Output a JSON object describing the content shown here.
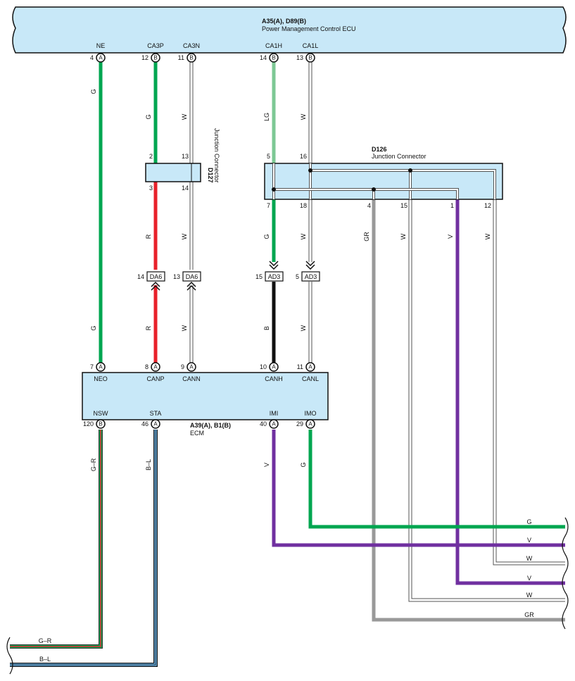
{
  "pmc_ecu": {
    "connectors": "A35(A), D89(B)",
    "name": "Power Management Control ECU",
    "pins": [
      {
        "label": "NE",
        "num": "4",
        "conn": "A"
      },
      {
        "label": "CA3P",
        "num": "12",
        "conn": "B"
      },
      {
        "label": "CA3N",
        "num": "11",
        "conn": "B"
      },
      {
        "label": "CA1H",
        "num": "14",
        "conn": "B"
      },
      {
        "label": "CA1L",
        "num": "13",
        "conn": "B"
      }
    ]
  },
  "d127": {
    "id": "D127",
    "name": "Junction Connector",
    "pins_top": [
      "2",
      "13"
    ],
    "pins_bottom": [
      "3",
      "14"
    ]
  },
  "d126": {
    "id": "D126",
    "name": "Junction Connector",
    "pins_top": [
      "5",
      "16"
    ],
    "pins_bottom": [
      "7",
      "18",
      "4",
      "15",
      "1",
      "12"
    ]
  },
  "inline_connectors": [
    {
      "pin": "14",
      "name": "DA6"
    },
    {
      "pin": "13",
      "name": "DA6"
    },
    {
      "pin": "15",
      "name": "AD3"
    },
    {
      "pin": "5",
      "name": "AD3"
    }
  ],
  "ecm": {
    "connectors": "A39(A), B1(B)",
    "name": "ECM",
    "top_pins": [
      {
        "label": "NEO",
        "num": "7",
        "conn": "A"
      },
      {
        "label": "CANP",
        "num": "8",
        "conn": "A"
      },
      {
        "label": "CANN",
        "num": "9",
        "conn": "A"
      },
      {
        "label": "CANH",
        "num": "10",
        "conn": "A"
      },
      {
        "label": "CANL",
        "num": "11",
        "conn": "A"
      }
    ],
    "bottom_pins": [
      {
        "label": "NSW",
        "num": "120",
        "conn": "B"
      },
      {
        "label": "STA",
        "num": "46",
        "conn": "A"
      },
      {
        "label": "IMI",
        "num": "40",
        "conn": "A"
      },
      {
        "label": "IMO",
        "num": "29",
        "conn": "A"
      }
    ]
  },
  "wire_colors": {
    "ne_upper": "G",
    "ne_lower": "G",
    "ca3p_upper": "G",
    "ca3p_mid": "R",
    "ca3p_lower": "R",
    "ca3n_upper": "W",
    "ca3n_mid": "W",
    "ca3n_lower": "W",
    "ca1h_upper": "LG",
    "ca1h_mid": "G",
    "ca1h_lower": "B",
    "ca1l_upper": "W",
    "ca1l_mid": "W",
    "ca1l_lower": "W",
    "d126_4": "GR",
    "d126_15": "W",
    "d126_1": "V",
    "d126_12": "W",
    "nsw": "G–R",
    "sta": "B–L",
    "imi": "V",
    "imo": "G"
  },
  "outgoing_right": [
    "G",
    "V",
    "W",
    "V",
    "W",
    "GR"
  ],
  "outgoing_left": [
    "G–R",
    "B–L"
  ],
  "colors": {
    "box_fill": "#c8e8f8",
    "green": "#00a650",
    "light_green": "#7dc894",
    "red": "#e8202a",
    "black": "#111111",
    "purple": "#7030a0",
    "gray": "#999999",
    "white_wire": "#ffffff",
    "blue": "#6ab4e8"
  }
}
